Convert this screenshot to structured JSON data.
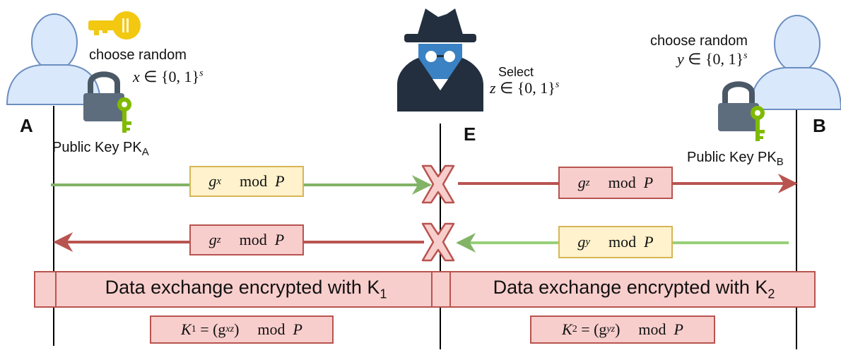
{
  "party_a": {
    "label": "A",
    "choose_text": "choose random",
    "secret_var": "x",
    "public_key_text": "Public Key PK",
    "public_key_sub": "A"
  },
  "party_b": {
    "label": "B",
    "choose_text": "choose random",
    "secret_var": "y",
    "public_key_text": "Public Key PK",
    "public_key_sub": "B"
  },
  "attacker": {
    "label": "E",
    "select_text": "Select",
    "secret_var": "z"
  },
  "set_notation": {
    "in": "∈",
    "set": "{0, 1}",
    "exponent": "s"
  },
  "messages": [
    {
      "base": "g",
      "exp": "x",
      "op": "mod",
      "modulus": "P"
    },
    {
      "base": "g",
      "exp": "z",
      "op": "mod",
      "modulus": "P"
    },
    {
      "base": "g",
      "exp": "z",
      "op": "mod",
      "modulus": "P"
    },
    {
      "base": "g",
      "exp": "y",
      "op": "mod",
      "modulus": "P"
    }
  ],
  "bands": [
    {
      "text": "Data exchange encrypted with K",
      "sub": "1"
    },
    {
      "text": "Data exchange encrypted with K",
      "sub": "2"
    }
  ],
  "keys": [
    {
      "lhs": "K",
      "sub": "1",
      "eq": "= (g",
      "exp": "xz",
      "close": ")",
      "op": "mod",
      "modulus": "P"
    },
    {
      "lhs": "K",
      "sub": "2",
      "eq": "= (g",
      "exp": "yz",
      "close": ")",
      "op": "mod",
      "modulus": "P"
    }
  ],
  "colors": {
    "green_arrow": "#82b366",
    "light_green_arrow": "#97d077",
    "red_arrow": "#b85450",
    "box_yellow_fill": "#fff2cc",
    "box_yellow_border": "#d6b656",
    "box_red_fill": "#f8cecc",
    "box_red_border": "#b85450",
    "user_fill": "#dae8fc",
    "user_stroke": "#6c8ebf",
    "lock": "#5d6d7e",
    "key_gold": "#f2c811",
    "key_green": "#7fba00",
    "spy_dark": "#232f3e",
    "spy_blue": "#3b82c4"
  },
  "icons": [
    "user-icon",
    "golden-key-icon",
    "padlock-icon",
    "spy-icon",
    "cross-mark-icon"
  ]
}
